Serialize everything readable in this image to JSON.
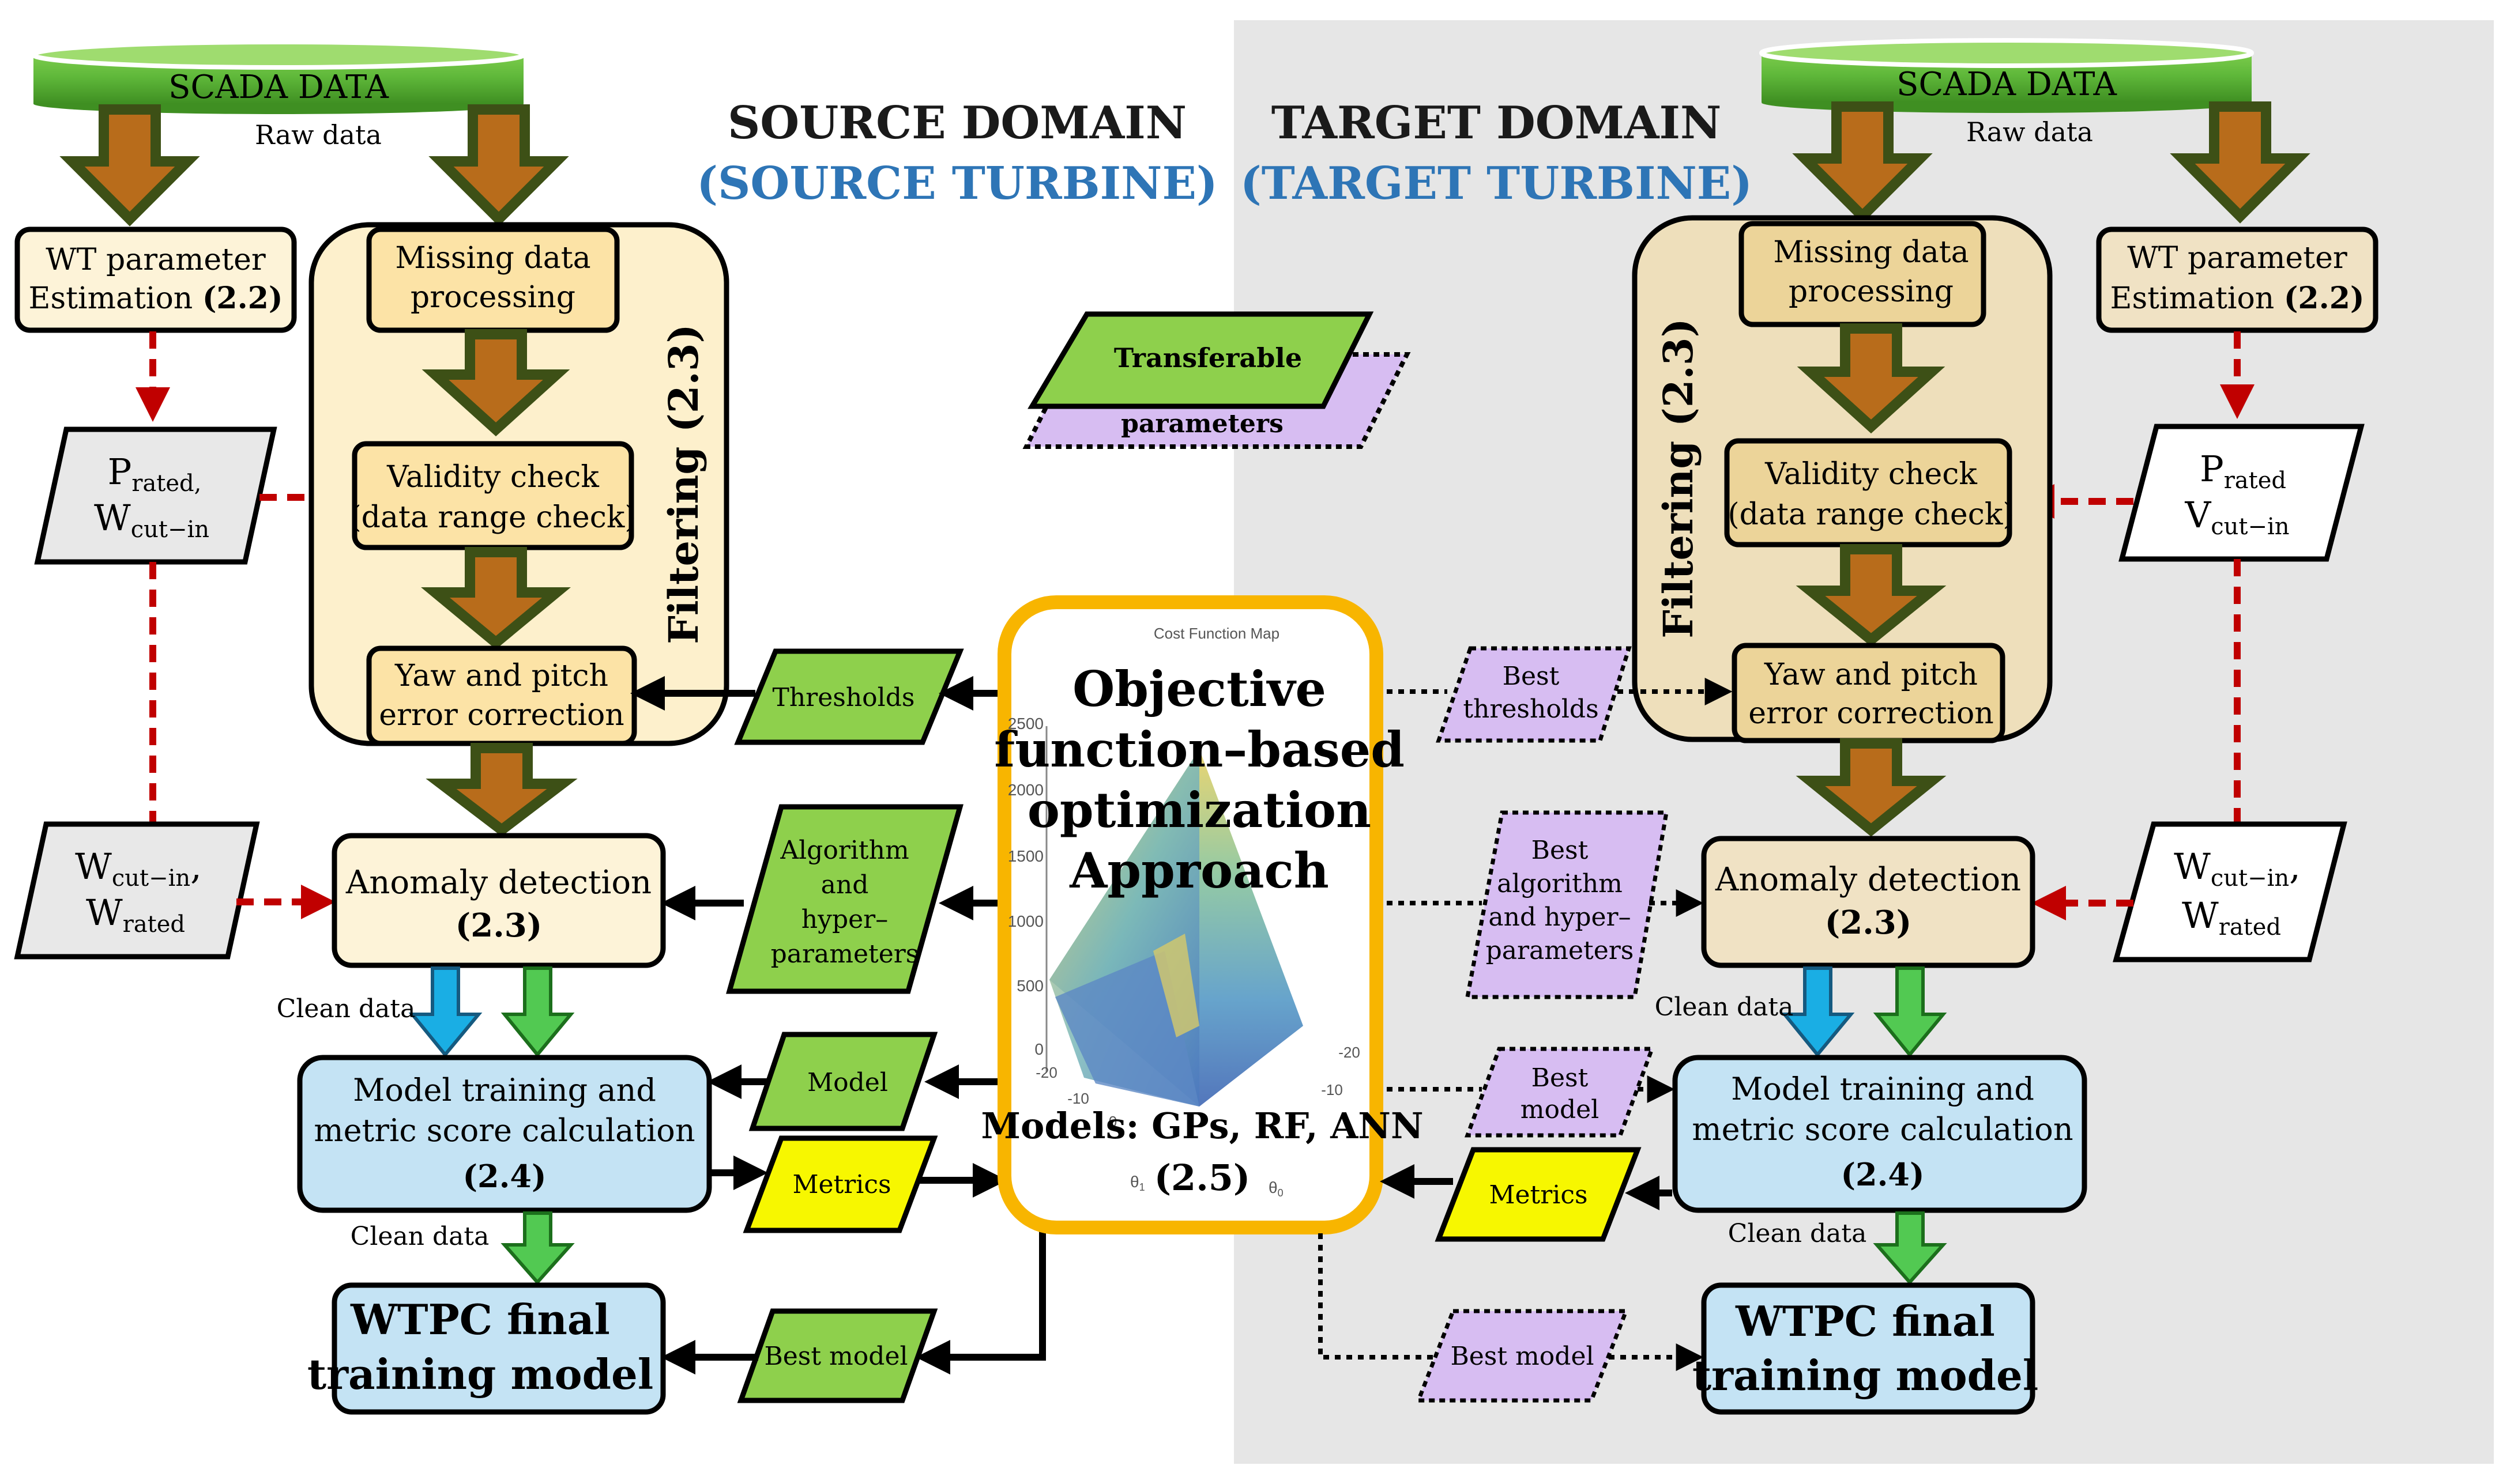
{
  "headings": {
    "source_domain": "SOURCE DOMAIN",
    "source_turbine": "(SOURCE TURBINE)",
    "target_domain": "TARGET DOMAIN",
    "target_turbine": "(TARGET TURBINE)"
  },
  "source": {
    "scada": "SCADA DATA",
    "raw_data": "Raw data",
    "wt_param": [
      "WT parameter",
      "Estimation "
    ],
    "wt_param_ref": "(2.2)",
    "p_rated_sym": "P",
    "p_rated_sub": "rated,",
    "w_cutin_sym": "W",
    "w_cutin_sub": "cut−in",
    "missing_data": [
      "Missing data",
      "processing"
    ],
    "validity": [
      "Validity check",
      "(data range check)"
    ],
    "yaw": [
      "Yaw and pitch",
      "error correction"
    ],
    "filtering": "Filtering (2.3)",
    "w2_cutin_sym": "W",
    "w2_cutin_sub": "cut−in",
    "w2_comma": ",",
    "w2_rated_sym": "W",
    "w2_rated_sub": "rated",
    "anomaly": "Anomaly detection",
    "anomaly_ref": "(2.3)",
    "clean_data_1": "Clean data",
    "model_training": [
      "Model training and",
      "metric score calculation"
    ],
    "model_training_ref": "(2.4)",
    "clean_data_2": "Clean data",
    "wtpc": [
      "WTPC final",
      "training model"
    ],
    "thresholds": "Thresholds",
    "algorithm": [
      "Algorithm",
      "and",
      "hyper–",
      "parameters"
    ],
    "model": "Model",
    "metrics": "Metrics",
    "best_model": "Best model"
  },
  "center": {
    "transferable": "Transferable",
    "parameters": "parameters",
    "plot_title": "Cost Function Map",
    "z_ticks": [
      "2500",
      "2000",
      "1500",
      "1000",
      "500",
      "0"
    ],
    "x_ticks_left": [
      "-20",
      "-10",
      "0"
    ],
    "x_ticks_right": [
      "-20",
      "-10"
    ],
    "axis_theta1": "θ",
    "axis_theta0": "θ",
    "sub_1": "1",
    "sub_0": "0",
    "objective": [
      "Objective",
      "function–based",
      "optimization",
      "Approach"
    ],
    "models": "Models: GPs, RF, ANN",
    "models_ref": "(2.5)"
  },
  "target": {
    "scada": "SCADA DATA",
    "raw_data": "Raw data",
    "wt_param": [
      "WT parameter",
      "Estimation "
    ],
    "wt_param_ref": "(2.2)",
    "p_rated_sym": "P",
    "p_rated_sub": "rated",
    "v_cutin_sym": "V",
    "v_cutin_sub": "cut−in",
    "missing_data": [
      "Missing data",
      "processing"
    ],
    "validity": [
      "Validity check",
      "(data range check)"
    ],
    "yaw": [
      "Yaw and pitch",
      "error correction"
    ],
    "filtering": "Filtering (2.3)",
    "w2_cutin_sym": "W",
    "w2_cutin_sub": "cut−in",
    "w2_comma": ",",
    "w2_rated_sym": "W",
    "w2_rated_sub": "rated",
    "anomaly": "Anomaly detection",
    "anomaly_ref": "(2.3)",
    "clean_data_1": "Clean data",
    "model_training": [
      "Model training and",
      "metric score calculation"
    ],
    "model_training_ref": "(2.4)",
    "clean_data_2": "Clean data",
    "wtpc": [
      "WTPC final",
      "training model"
    ],
    "best_thresholds": [
      "Best",
      "thresholds"
    ],
    "best_algorithm": [
      "Best",
      "algorithm",
      "and hyper–",
      "parameters"
    ],
    "best_model_label": [
      "Best",
      "model"
    ],
    "metrics": "Metrics",
    "best_model": "Best model"
  },
  "colors": {
    "heading_black": "#1a1a1a",
    "heading_blue": "#2e75b6",
    "target_bg": "#e6e6e6",
    "source_fill": "#fdf3d8",
    "source_filter": "#fdf0cc",
    "source_inner": "#fce3a6",
    "target_fill": "#f0e2c4",
    "target_filter": "#eedfbb",
    "target_inner": "#ecd499",
    "blue_box": "#c4e3f4",
    "green_para": "#8ed04c",
    "yellow_para": "#f7f700",
    "purple_para": "#d7bdf2",
    "gray_para": "#e8e8e8",
    "arrow_brown": "#b86c1b",
    "arrow_brown_border": "#3d5016",
    "arrow_blue": "#1aaee4",
    "arrow_green": "#52c952",
    "dashed_red": "#c00000",
    "scada_green": "#5fb83a",
    "center_border": "#f8b500"
  }
}
